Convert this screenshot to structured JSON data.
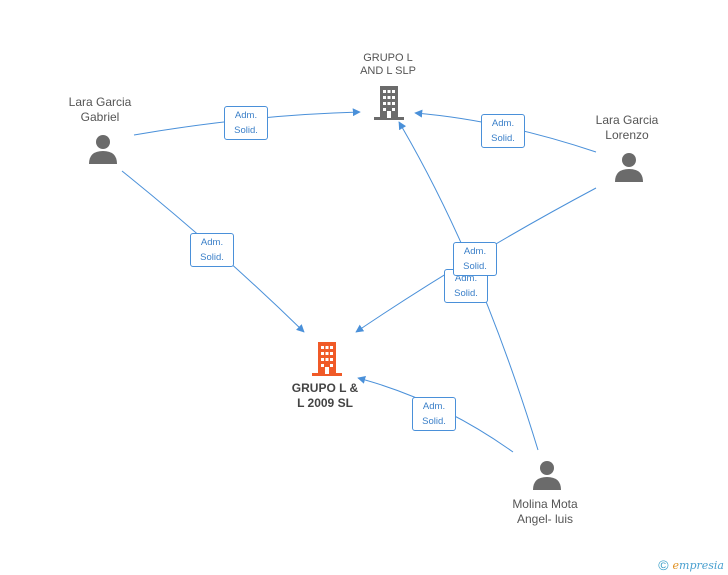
{
  "nodes": {
    "lara_gabriel": {
      "label_line1": "Lara Garcia",
      "label_line2": "Gabriel",
      "kind": "person"
    },
    "lara_lorenzo": {
      "label_line1": "Lara Garcia",
      "label_line2": "Lorenzo",
      "kind": "person"
    },
    "grupo_slp": {
      "label_line1": "GRUPO L",
      "label_line2": "AND L SLP",
      "kind": "company"
    },
    "grupo_2009": {
      "label_line1": "GRUPO L &",
      "label_line2": "L 2009 SL",
      "kind": "company-focus"
    },
    "molina": {
      "label_line1": "Molina Mota",
      "label_line2": "Angel- luis",
      "kind": "person"
    }
  },
  "edges": [
    {
      "from": "lara_gabriel",
      "to": "grupo_slp",
      "line1": "Adm.",
      "line2": "Solid."
    },
    {
      "from": "lara_lorenzo",
      "to": "grupo_slp",
      "line1": "Adm.",
      "line2": "Solid."
    },
    {
      "from": "lara_gabriel",
      "to": "grupo_2009",
      "line1": "Adm.",
      "line2": "Solid."
    },
    {
      "from": "lara_lorenzo",
      "to": "grupo_2009",
      "line1": "Adm.",
      "line2": "Solid."
    },
    {
      "from": "molina",
      "to": "grupo_slp",
      "line1": "Adm.",
      "line2": "Solid."
    },
    {
      "from": "molina",
      "to": "grupo_2009",
      "line1": "Adm.",
      "line2": "Solid."
    }
  ],
  "colors": {
    "edge": "#4a90d9",
    "person_icon": "#6b6b6b",
    "company_icon": "#6b6b6b",
    "focus_company_icon": "#f05a28"
  },
  "brand": {
    "symbol": "©",
    "name_accent": "e",
    "name_rest": "mpresia"
  }
}
